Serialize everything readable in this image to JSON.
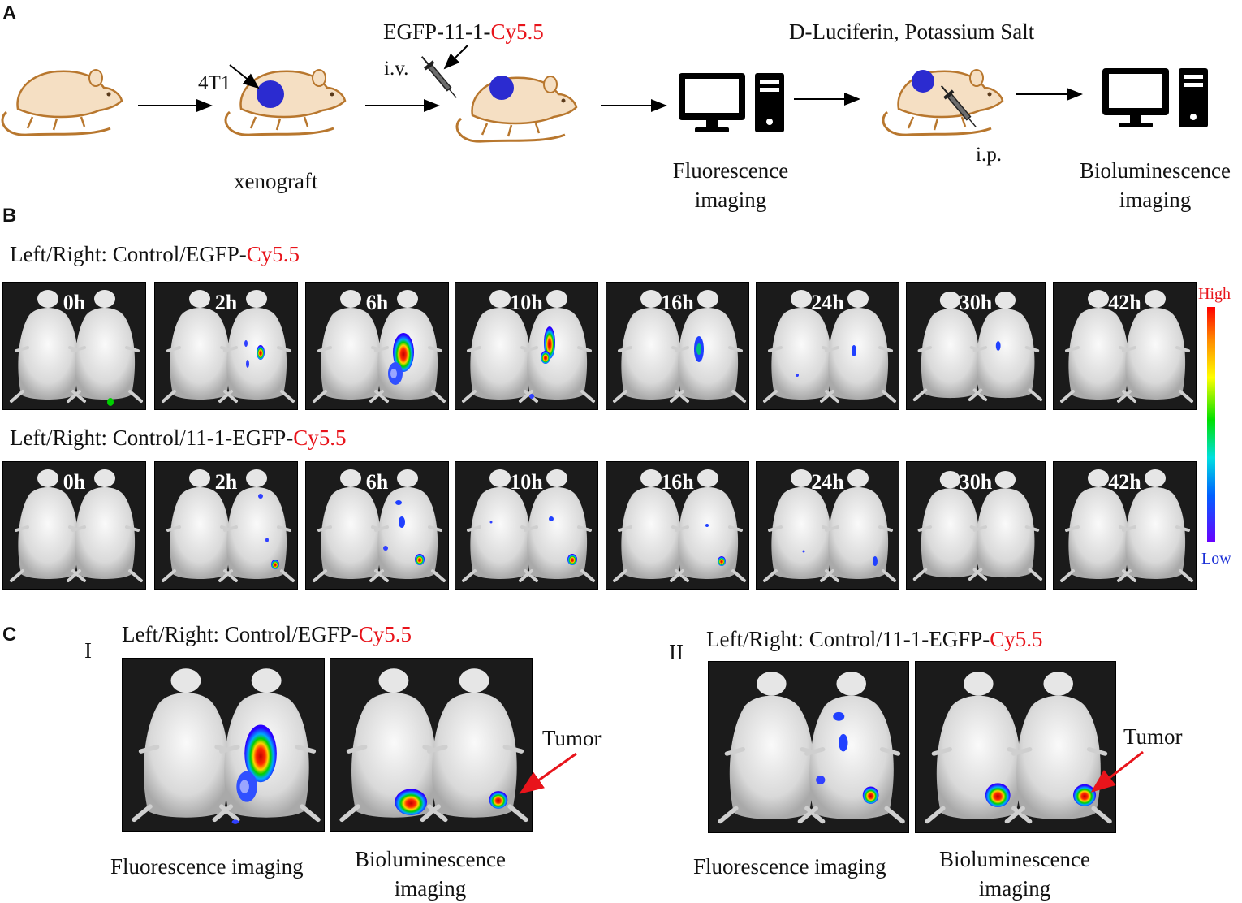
{
  "panelA": {
    "label": "A",
    "tumor_label": "4T1",
    "probe_prefix": "EGFP-11-1-",
    "probe_suffix": "Cy5.5",
    "iv_label": "i.v.",
    "substrate_label": "D-Luciferin, Potassium Salt",
    "ip_label": "i.p.",
    "xenograft_label": "xenograft",
    "fluor_label": "Fluorescence imaging",
    "biolum_label": "Bioluminescence imaging",
    "colors": {
      "mouse_fill": "#f5dfc3",
      "mouse_outline": "#b8772e",
      "tumor": "#2b2bd0"
    }
  },
  "panelB": {
    "label": "B",
    "row1_prefix": "Left/Right: Control/EGFP-",
    "row1_suffix": "Cy5.5",
    "row2_prefix": "Left/Right: Control/11-1-EGFP-",
    "row2_suffix": "Cy5.5",
    "timepoints": [
      "0h",
      "2h",
      "6h",
      "10h",
      "16h",
      "24h",
      "30h",
      "42h"
    ],
    "colorbar": {
      "high": "High",
      "low": "Low"
    }
  },
  "panelC": {
    "label": "C",
    "left_roman": "I",
    "right_roman": "II",
    "left_prefix": "Left/Right: Control/EGFP-",
    "left_suffix": "Cy5.5",
    "right_prefix": "Left/Right: Control/11-1-EGFP-",
    "right_suffix": "Cy5.5",
    "tumor_label": "Tumor",
    "fluor_label": "Fluorescence imaging",
    "biolum_label": "Bioluminescence imaging"
  }
}
